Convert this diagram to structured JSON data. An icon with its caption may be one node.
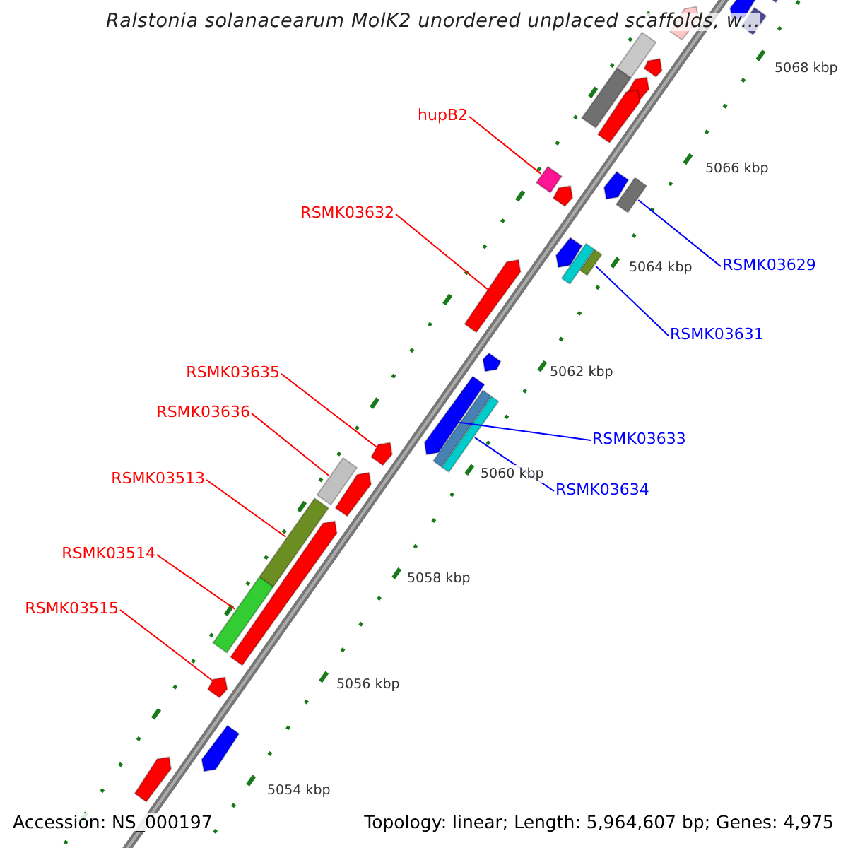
{
  "diagram": {
    "title": "Ralstonia solanacearum MolK2 unordered unplaced scaffolds, w...",
    "nodes": [
      {
        "text": [
          "hupB2"
        ]
      },
      {
        "text": [
          "RSMK03632"
        ]
      },
      {
        "text": [
          "RSMK03629"
        ]
      },
      {
        "text": [
          "RSMK03631"
        ]
      },
      {
        "text": [
          "RSMK03635"
        ]
      },
      {
        "text": [
          "RSMK03636"
        ]
      },
      {
        "text": [
          "RSMK03633"
        ]
      },
      {
        "text": [
          "RSMK03513"
        ]
      },
      {
        "text": [
          "RSMK03634"
        ]
      },
      {
        "text": [
          "RSMK03514"
        ]
      },
      {
        "text": [
          "RSMK03515"
        ]
      },
      {
        "text": [],
        "shape": "bar"
      },
      {
        "text": [],
        "shape": "bar"
      },
      {
        "text": [],
        "shape": "bar"
      },
      {
        "text": [],
        "shape": "bar"
      },
      {
        "text": [],
        "shape": "bar"
      },
      {
        "text": [],
        "shape": "bar"
      },
      {
        "text": [],
        "shape": "bar"
      },
      {
        "text": [],
        "shape": "bar"
      },
      {
        "text": [],
        "shape": "bar"
      },
      {
        "text": [],
        "shape": "bar"
      },
      {
        "text": [],
        "shape": "bar"
      },
      {
        "text": [],
        "shape": "bar"
      },
      {
        "text": [],
        "shape": "bar"
      },
      {
        "text": [],
        "shape": "bar"
      },
      {
        "text": [],
        "shape": "bar"
      },
      {
        "text": [],
        "shape": "bar"
      },
      {
        "text": [],
        "shape": "bar"
      },
      {
        "text": [],
        "shape": "bar"
      },
      {
        "text": [],
        "shape": "bar"
      },
      {
        "text": [],
        "shape": "bar"
      },
      {
        "text": [],
        "shape": "bar"
      },
      {
        "text": [],
        "shape": "bar"
      },
      {
        "text": [],
        "shape": "bar"
      },
      {
        "text": [],
        "shape": "bar"
      },
      {
        "text": [],
        "shape": "bar"
      },
      {
        "text": [],
        "shape": "bar"
      },
      {
        "text": [],
        "shape": "bar"
      },
      {
        "text": [],
        "shape": "bar"
      },
      {
        "text": [],
        "shape": "bar"
      },
      {
        "text": [],
        "shape": "bar"
      }
    ],
    "edges": [
      {
        "from": 0,
        "to": 20,
        "arrow": "none"
      },
      {
        "from": 1,
        "to": 27,
        "arrow": "none"
      },
      {
        "from": 2,
        "to": 23,
        "arrow": "none",
        "color": "#0000ff"
      },
      {
        "from": 3,
        "to": 25,
        "arrow": "none",
        "color": "#0000ff"
      },
      {
        "from": 4,
        "to": 32,
        "arrow": "none"
      },
      {
        "from": 5,
        "to": 33,
        "arrow": "none"
      },
      {
        "from": 6,
        "to": 29,
        "arrow": "none",
        "color": "#0000ff"
      },
      {
        "from": 7,
        "to": 35,
        "arrow": "none"
      },
      {
        "from": 8,
        "to": 31,
        "arrow": "none",
        "color": "#0000ff"
      },
      {
        "from": 9,
        "to": 37,
        "arrow": "none"
      },
      {
        "from": 10,
        "to": 38,
        "arrow": "none"
      }
    ],
    "labels": [
      "5068 kbp",
      "5066 kbp",
      "5064 kbp",
      "5062 kbp",
      "5060 kbp",
      "5058 kbp",
      "5056 kbp",
      "5054 kbp",
      "Accession: NS_000197",
      "Topology: linear; Length: 5,964,607 bp; Genes: 4,975"
    ]
  }
}
